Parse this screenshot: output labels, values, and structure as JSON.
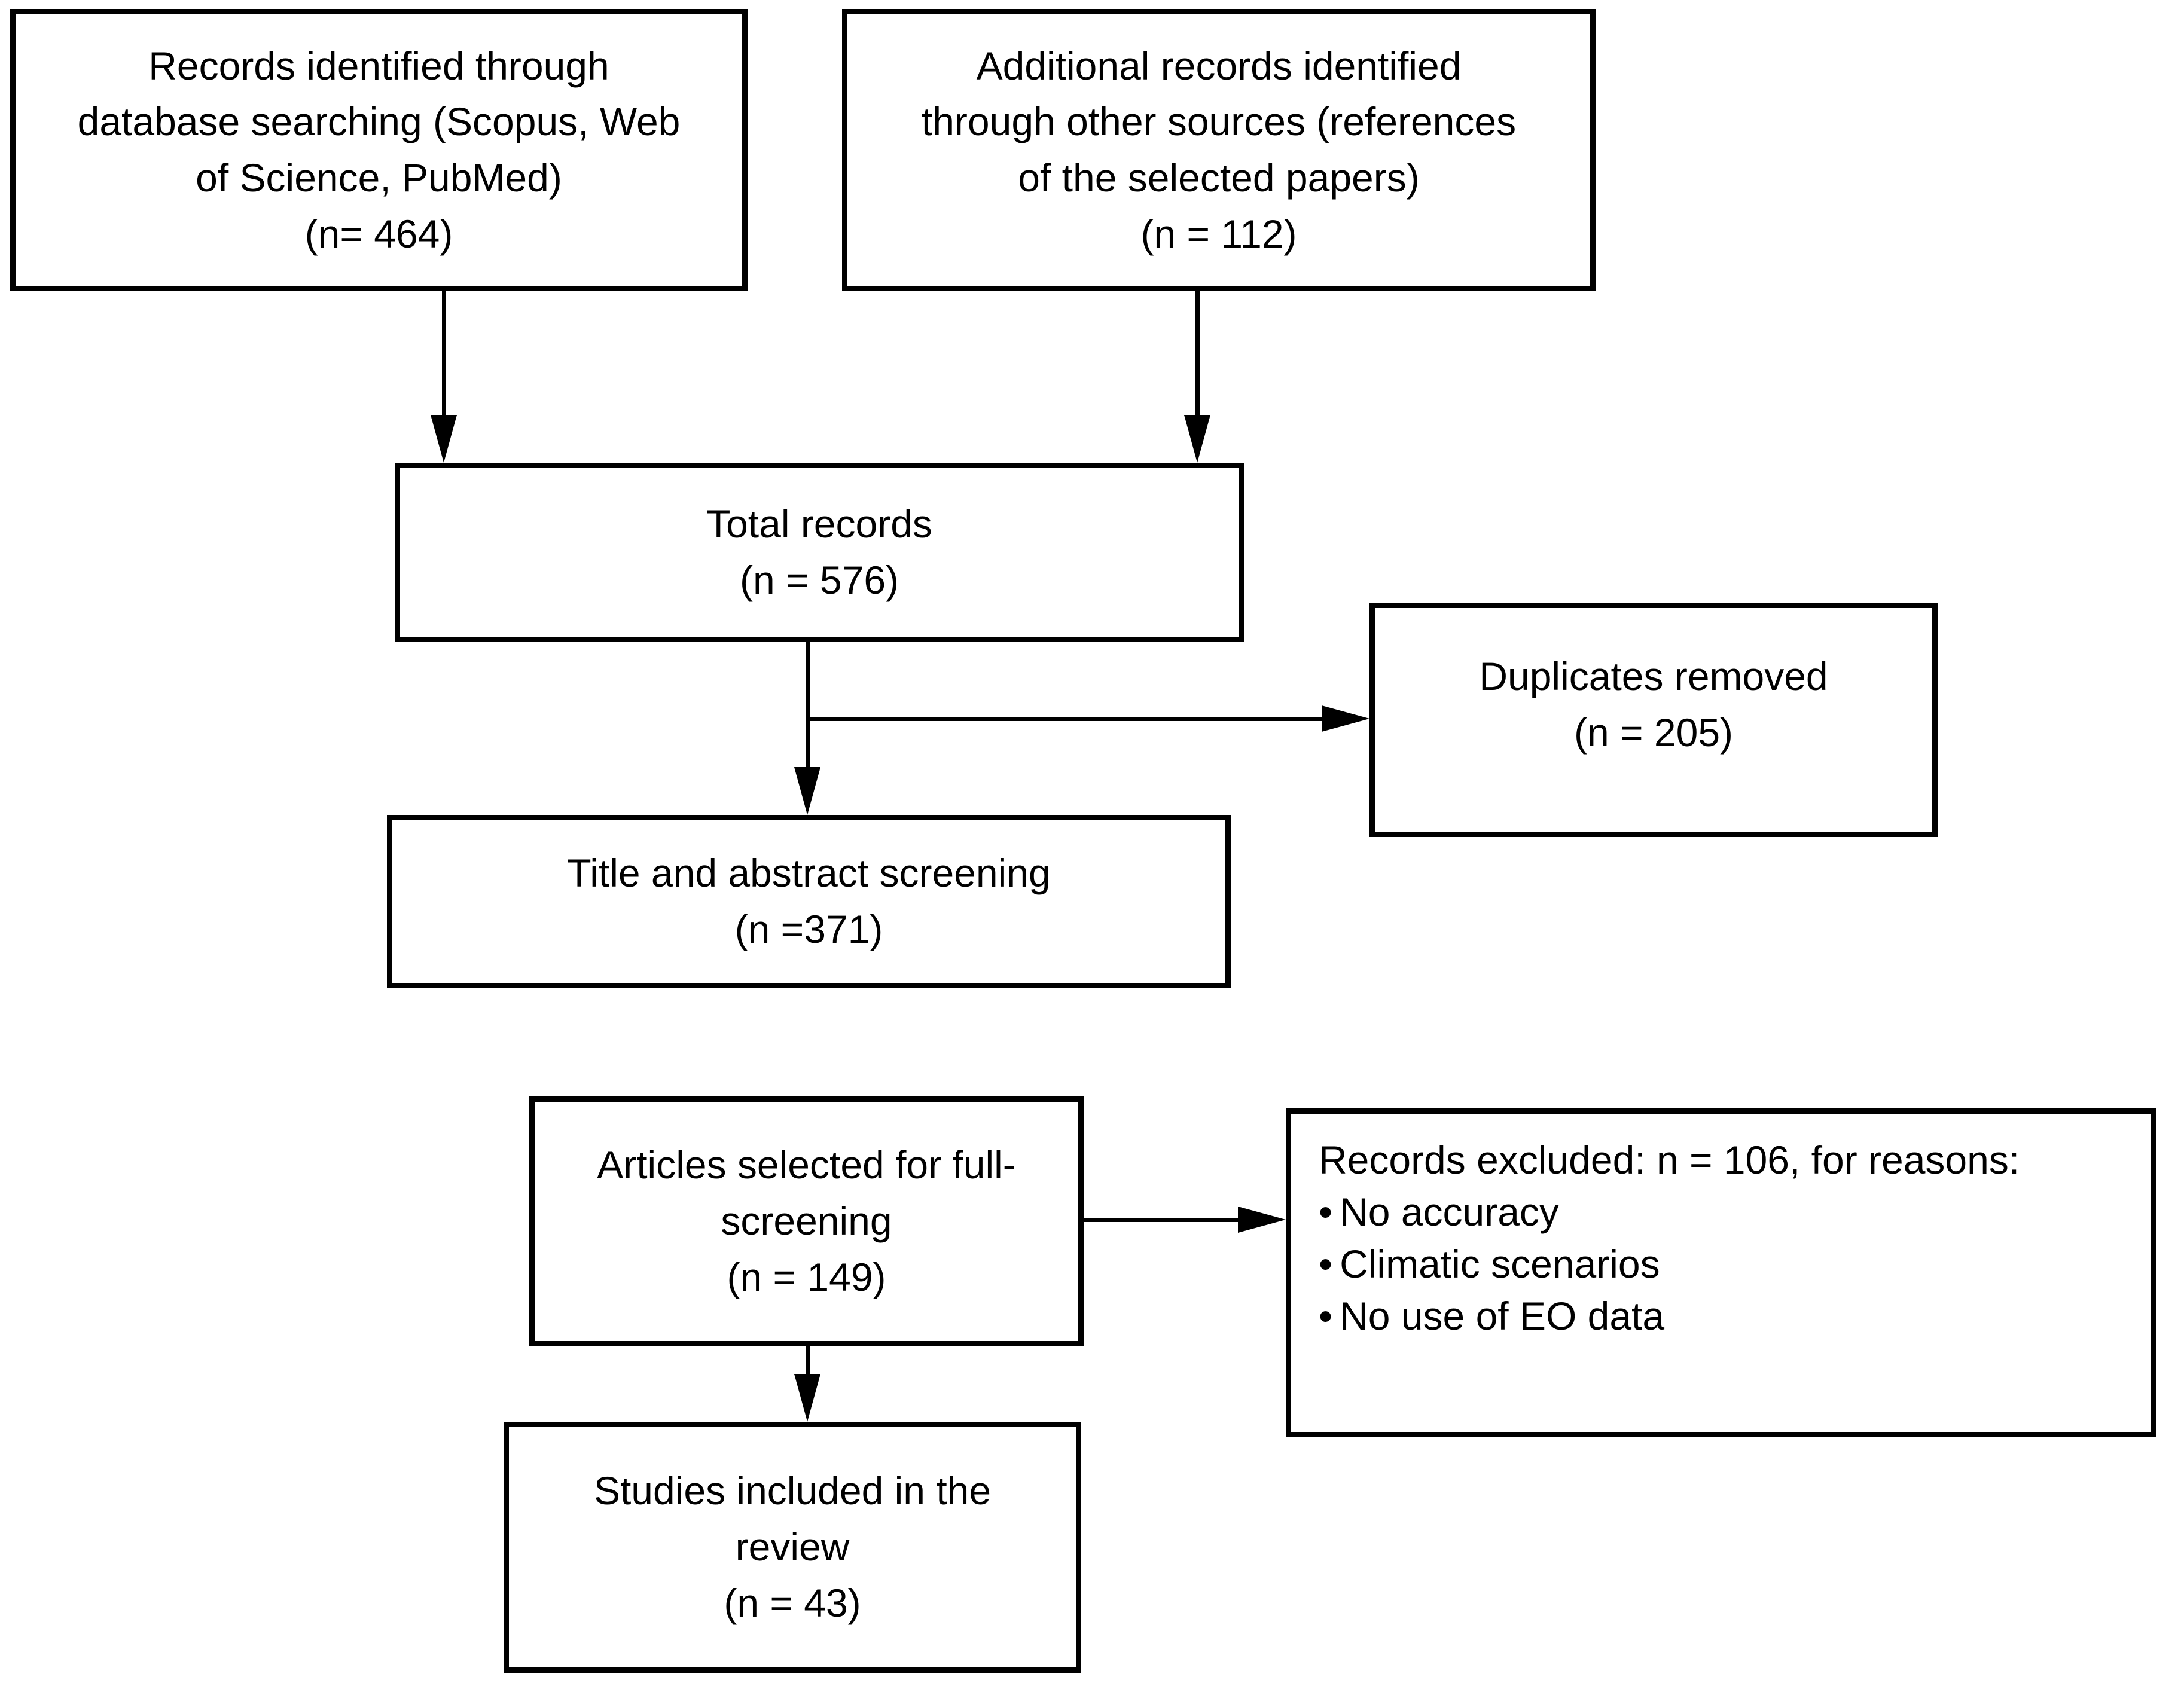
{
  "colors": {
    "border": "#000000",
    "background": "#ffffff",
    "text": "#000000"
  },
  "boxes": {
    "records_identified": {
      "lines": [
        "Records identified through",
        "database searching (Scopus, Web",
        "of Science, PubMed)",
        "(n= 464)"
      ]
    },
    "additional_records": {
      "lines": [
        "Additional records identified",
        "through other sources (references",
        "of the selected papers)",
        "(n = 112)"
      ]
    },
    "total_records": {
      "lines": [
        "Total records",
        "(n = 576)"
      ]
    },
    "duplicates_removed": {
      "lines": [
        "Duplicates removed",
        "(n = 205)"
      ]
    },
    "title_abstract_screening": {
      "lines": [
        "Title and abstract screening",
        "(n =371)"
      ]
    },
    "articles_selected": {
      "lines": [
        "Articles selected for full-",
        "screening",
        "(n = 149)"
      ]
    },
    "records_excluded": {
      "heading": "Records excluded: n = 106, for reasons:",
      "bullet_glyph": "•",
      "bullets": [
        "No accuracy",
        "Climatic scenarios",
        "No use of EO data"
      ]
    },
    "studies_included": {
      "lines": [
        "Studies included in the",
        "review",
        "(n = 43)"
      ]
    }
  },
  "edges": [
    {
      "from": "records_identified",
      "to": "total_records",
      "direction": "down"
    },
    {
      "from": "additional_records",
      "to": "total_records",
      "direction": "down"
    },
    {
      "from": "total_records",
      "to": "duplicates_removed",
      "direction": "right"
    },
    {
      "from": "total_records",
      "to": "title_abstract_screening",
      "direction": "down"
    },
    {
      "from": "articles_selected",
      "to": "records_excluded",
      "direction": "right"
    },
    {
      "from": "articles_selected",
      "to": "studies_included",
      "direction": "down"
    }
  ]
}
